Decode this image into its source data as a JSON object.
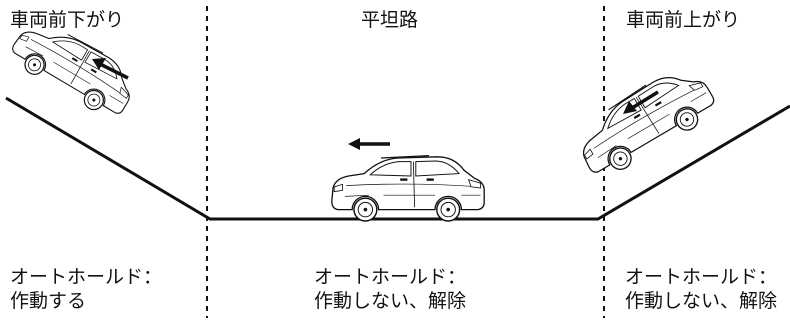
{
  "sections": [
    {
      "title": "車両前下がり",
      "status_line1": "オートホールド：",
      "status_line2": "作動する"
    },
    {
      "title": "平坦路",
      "status_line1": "オートホールド：",
      "status_line2": "作動しない、解除"
    },
    {
      "title": "車両前上がり",
      "status_line1": "オートホールド：",
      "status_line2": "作動しない、解除"
    }
  ],
  "colors": {
    "line": "#111111",
    "car_body": "#ffffff",
    "arrow": "#111111"
  }
}
